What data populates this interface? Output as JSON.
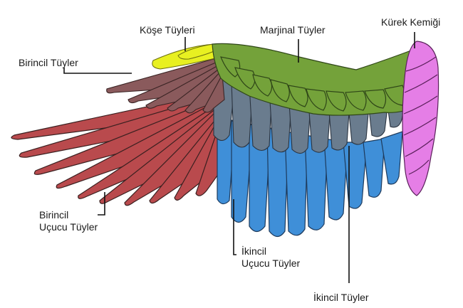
{
  "diagram": {
    "subject": "Bird wing feather anatomy",
    "labels": [
      {
        "id": "kose-tuyleri",
        "text": "Köşe Tüyleri"
      },
      {
        "id": "marjinal-tuyler",
        "text": "Marjinal Tüyler"
      },
      {
        "id": "kurek-kemigi",
        "text": "Kürek Kemiği"
      },
      {
        "id": "birincil-tuyler",
        "text": "Birincil  Tüyler"
      },
      {
        "id": "birincil-ucucu-tuyler",
        "line1": "Birincil",
        "line2": "Uçucu Tüyler"
      },
      {
        "id": "ikincil-ucucu-tuyler",
        "line1": "İkincil",
        "line2": "Uçucu Tüyler"
      },
      {
        "id": "ikincil-tuyler",
        "text": "İkincil Tüyler"
      }
    ],
    "colors": {
      "alula": "#e8f021",
      "marginal_coverts": "#74a23a",
      "scapulars": "#e57ee6",
      "primary_coverts": "#8a5a5c",
      "primary_flight": "#b94a4d",
      "secondary_coverts": "#6a7c8e",
      "secondary_flight": "#3f8fd8",
      "outline": "#2a2a2a"
    }
  }
}
